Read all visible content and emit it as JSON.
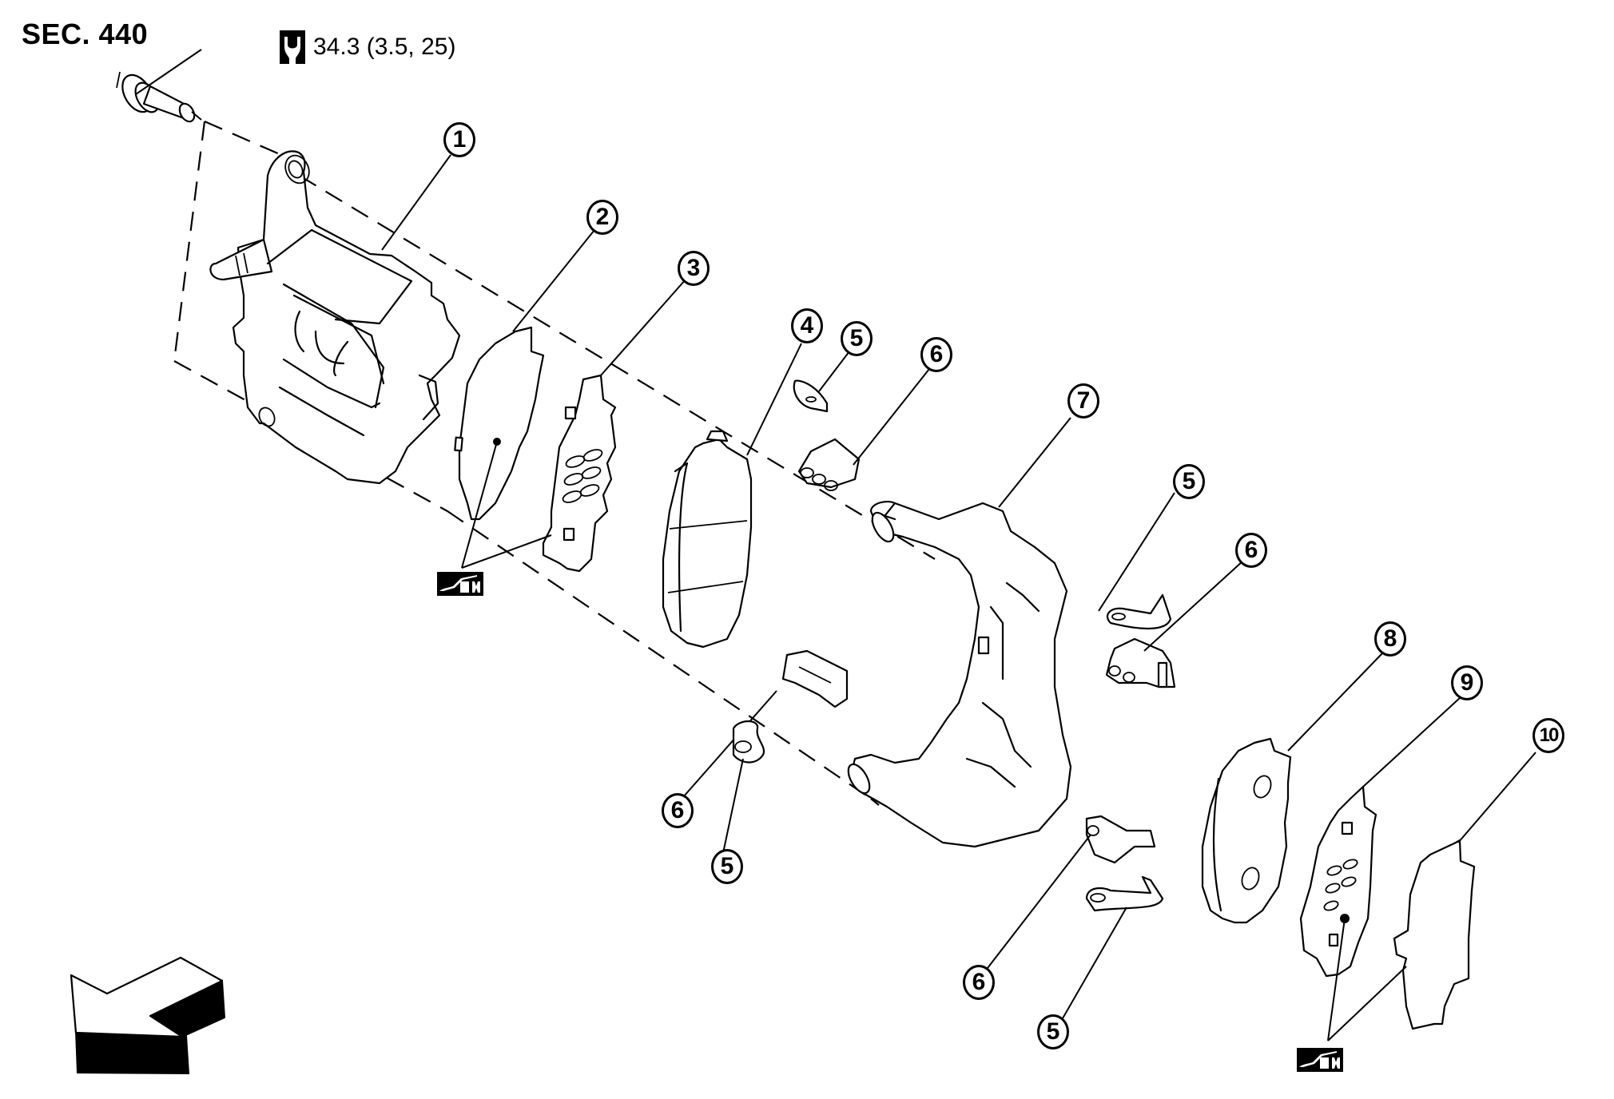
{
  "section": "SEC. 440",
  "torque": {
    "icon": "torque-wrench-icon",
    "value": "34.3 (3.5, 25)"
  },
  "callouts": [
    {
      "id": "1",
      "part": "caliper-body"
    },
    {
      "id": "2",
      "part": "inner-shim-cover"
    },
    {
      "id": "3",
      "part": "inner-shim"
    },
    {
      "id": "4",
      "part": "inner-pad"
    },
    {
      "id": "5",
      "part": "pad-return-spring"
    },
    {
      "id": "6",
      "part": "pad-retainer"
    },
    {
      "id": "7",
      "part": "torque-member"
    },
    {
      "id": "5",
      "part": "pad-return-spring"
    },
    {
      "id": "6",
      "part": "pad-retainer"
    },
    {
      "id": "6",
      "part": "pad-retainer"
    },
    {
      "id": "5",
      "part": "pad-return-spring"
    },
    {
      "id": "6",
      "part": "pad-retainer"
    },
    {
      "id": "5",
      "part": "pad-return-spring"
    },
    {
      "id": "8",
      "part": "outer-pad"
    },
    {
      "id": "9",
      "part": "outer-shim"
    },
    {
      "id": "10",
      "part": "outer-shim-cover"
    }
  ],
  "symbols": {
    "grease": "grease-apply-icon",
    "direction": "vehicle-front-arrow-icon"
  }
}
